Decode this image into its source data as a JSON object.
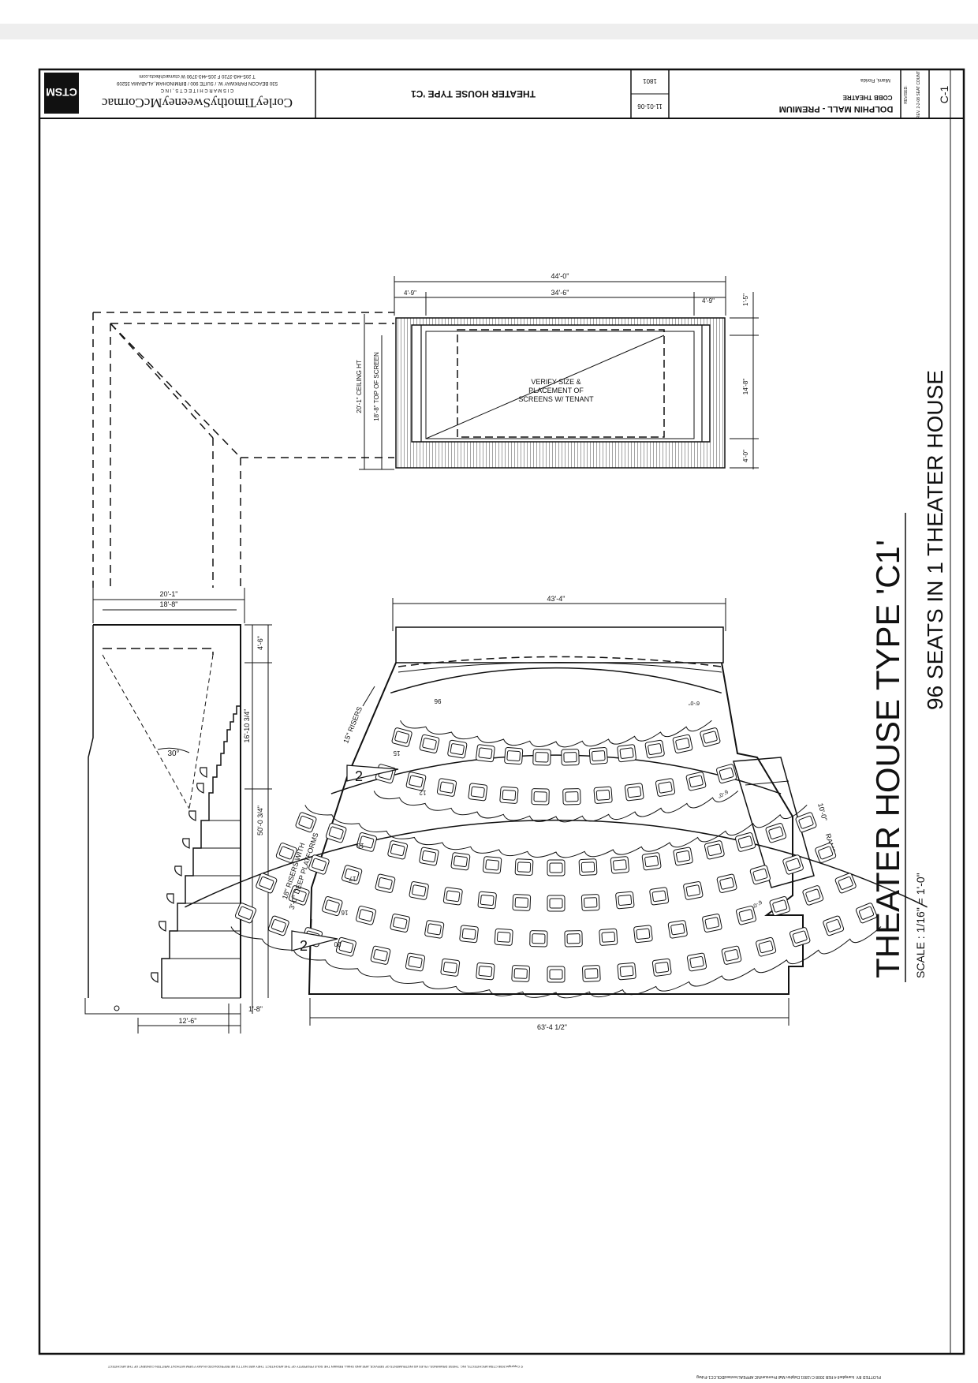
{
  "title_block": {
    "firm_name": "CorleyTimothySweeneyMcCormac",
    "firm_tagline": "C I S M  A R C H I T E C T S ,  I N C",
    "firm_address": "530 BEACON PARKWAY W. / SUITE 900 / BIRMINGHAM, ALABAMA 35209",
    "firm_contact": "T 205-443-3720   F 205-443-3790   W ctsmarchitects.com",
    "sheet_title": "THEATER HOUSE TYPE 'C1",
    "job_number": "1801",
    "date": "11-01-06",
    "project_line1": "DOLPHIN MALL - PREMIUM",
    "project_line2": "COBB THEATRE",
    "project_line3": "Miami, Florida",
    "revised_label": "REVISED:",
    "revised_note": "REV. 2-2-08 SEAT COUNT",
    "sheet_number": "C-1",
    "logo_letters": "CTSM"
  },
  "drawing": {
    "main_title": "THEATER HOUSE TYPE 'C1'",
    "seat_count_title": "96 SEATS IN 1 THEATER HOUSE",
    "scale": "SCALE : 1/16\" = 1'-0\""
  },
  "screen_plan": {
    "overall_width": "44'-0\"",
    "screen_width": "34'-6\"",
    "left_offset": "4'-9\"",
    "right_offset": "4'-9\"",
    "top_offset": "1'-5\"",
    "depth_screen": "14'-8\"",
    "depth_rear": "4'-0\"",
    "ceiling_height": "20'-1\" CEILING HT",
    "top_of_screen": "18'-8\" TOP OF SCREEN",
    "note": [
      "VERIFY SIZE &",
      "PLACEMENT OF",
      "SCREENS W/ TENANT"
    ]
  },
  "section": {
    "overall": "20'-1\"",
    "inner": "18'-8\"",
    "dim_top": "4'-6\"",
    "dim_mid": "16'-10 3/4\"",
    "dim_total": "50'-0 3/4\"",
    "dim_bottom_left": "12'-6\"",
    "dim_bottom_right": "1'-8\"",
    "sightline_angle": "30°"
  },
  "seating_plan": {
    "front_width": "43'-4\"",
    "rear_width": "63'-4 1/2\"",
    "risers_front": "15\" RISERS",
    "risers_rear_line1": "18\" RISERS WITH",
    "risers_rear_line2": "3'-0\" DEEP PLATFORMS",
    "ramp": "RAMP",
    "ramp_dim": "10'-0\"",
    "exit_marks": [
      "2",
      "2"
    ],
    "row_labels": [
      "96",
      "15",
      "12",
      "16",
      "17",
      "16",
      "20"
    ],
    "aisle_dims": [
      "6'-0\"",
      "6'-0\"",
      "6'-0\""
    ]
  },
  "footer": {
    "copyright": "© Copyright   2008   CTSM ARCHITECTS, INC. THESE DRAWINGS / FILES AS INSTRUMENTS OF SERVICE, ARE AND SHALL REMAIN THE SOLE PROPERTY OF THE ARCHITECT. THEY ARE NOT TO BE REPRODUCED IN ANY FORM WITHOUT WRITTEN CONSENT OF THE ARCHITECT",
    "plot_info": "PLOTTED   BY: lcampbell   4 FEB 2008   C:\\1801 Dolphin Mall Premium\\NC APPEAL\\revisedDOLCC1-P.dwg"
  },
  "colors": {
    "ink": "#111111",
    "paper": "#ffffff",
    "hatch": "#555555"
  }
}
